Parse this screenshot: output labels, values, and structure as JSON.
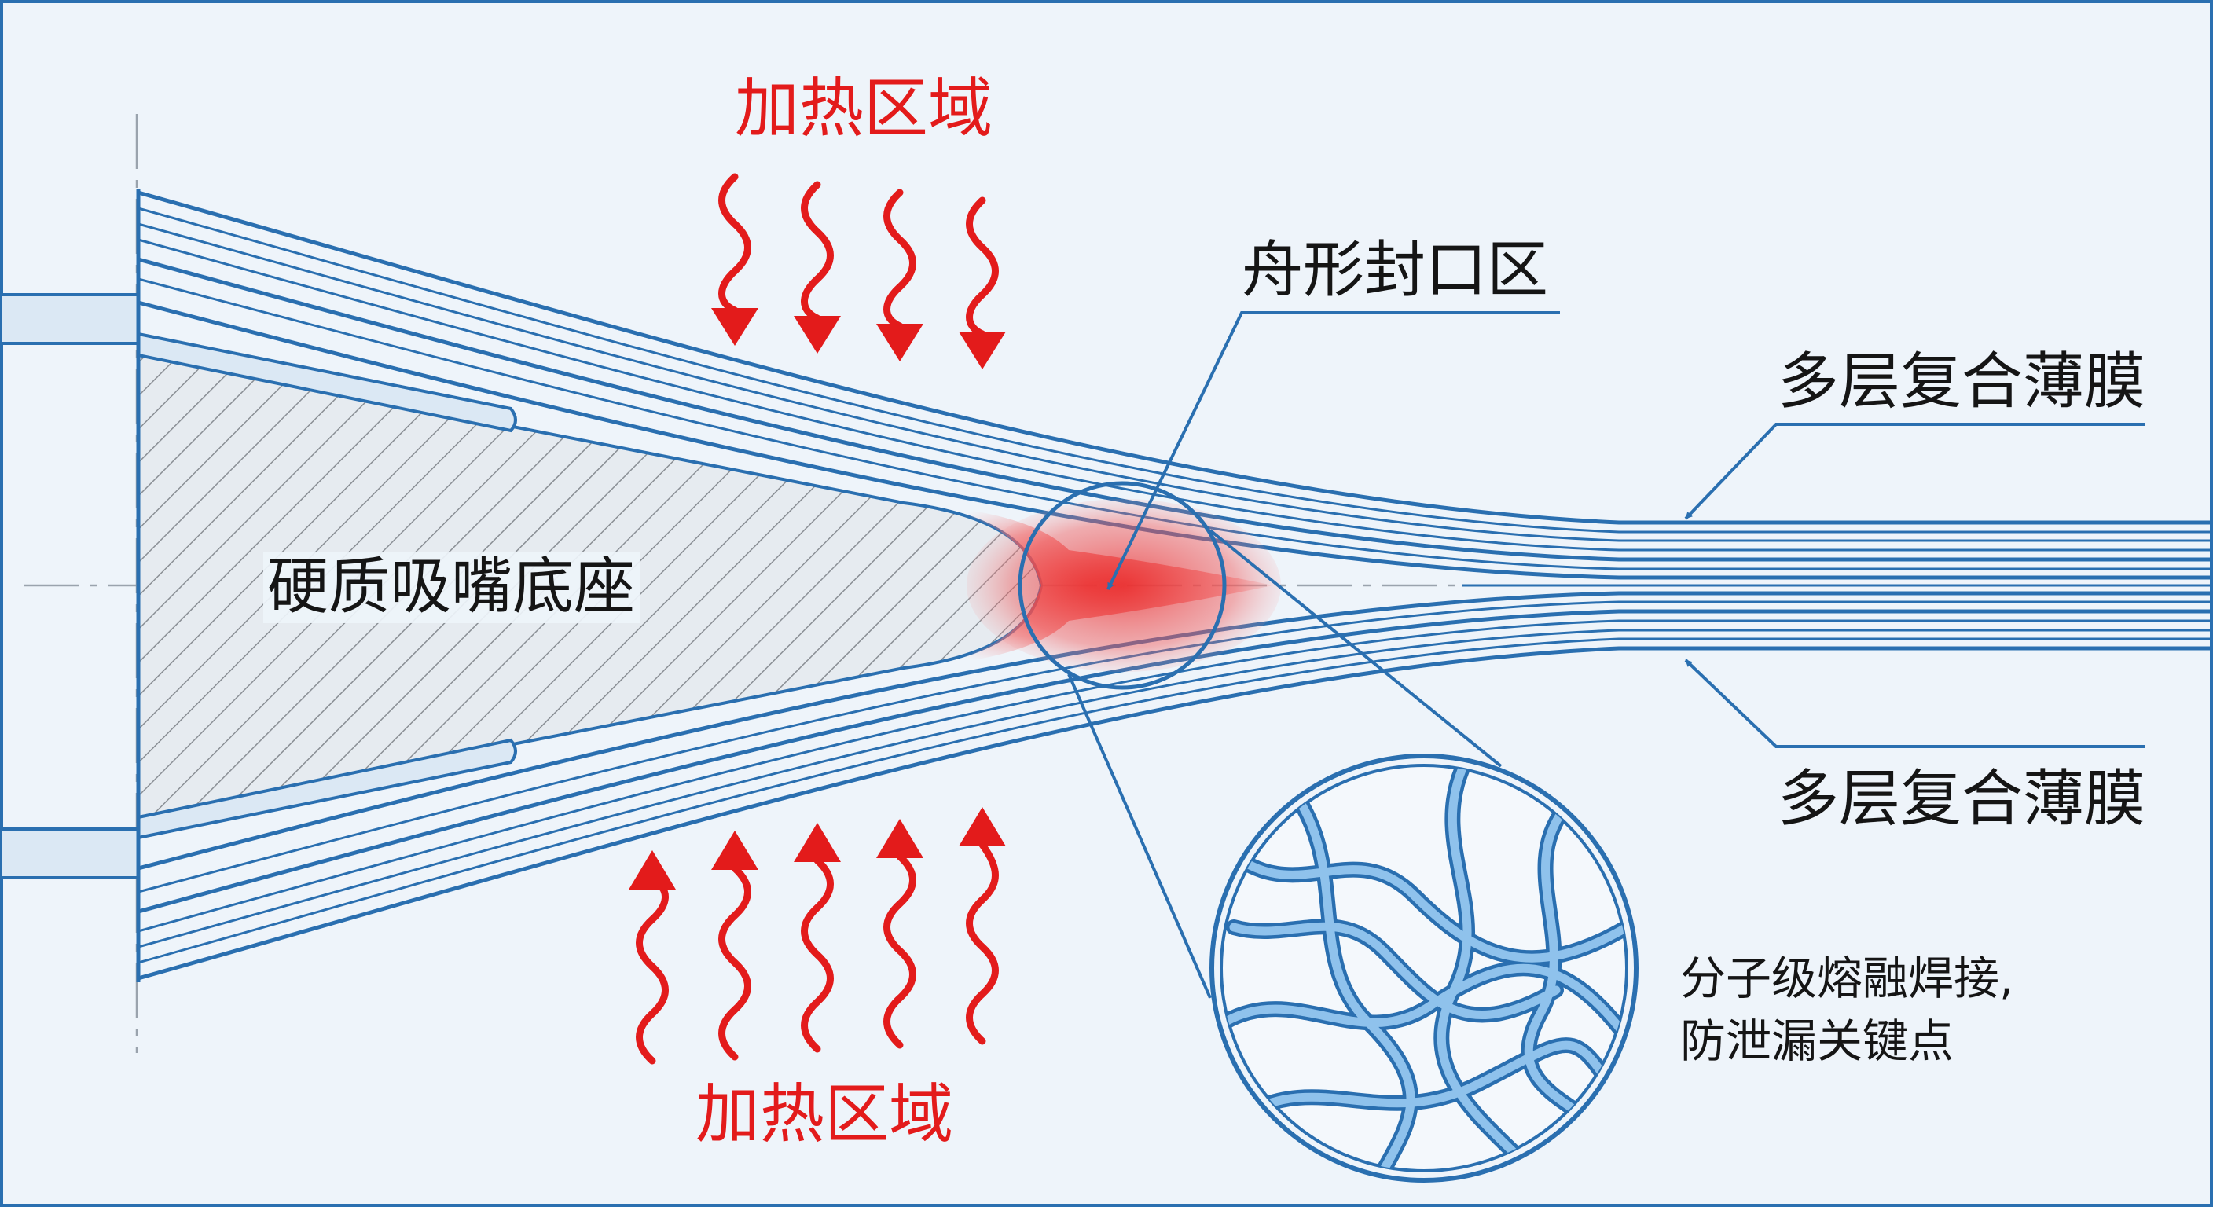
{
  "labels": {
    "heating_top": "加热区域",
    "heating_bottom": "加热区域",
    "boat_seal": "舟形封口区",
    "film_top": "多层复合薄膜",
    "film_bottom": "多层复合薄膜",
    "base": "硬质吸嘴底座",
    "note_line1": "分子级熔融焊接,",
    "note_line2": "防泄漏关键点"
  },
  "colors": {
    "background": "#eef4fa",
    "line_blue": "#2a6fb0",
    "heat_red": "#e31b1b",
    "text_dark": "#151515"
  }
}
